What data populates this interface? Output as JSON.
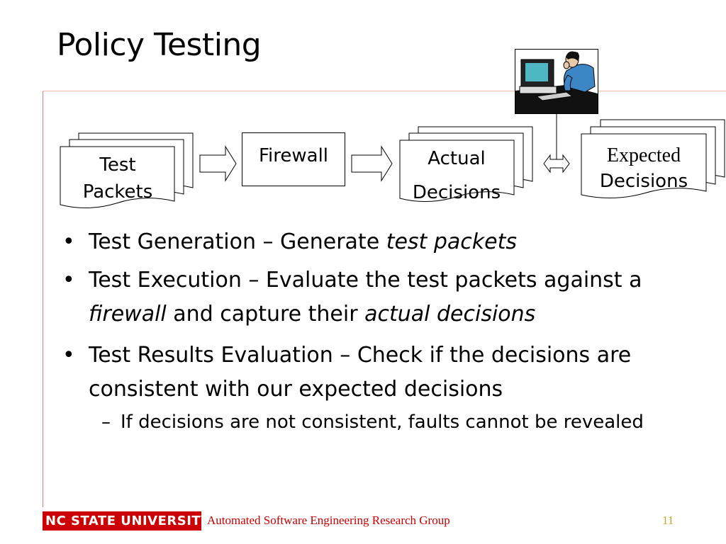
{
  "slide": {
    "title": "Policy Testing",
    "page_number": "11"
  },
  "diagram": {
    "test_packets": [
      "Test",
      "Packets"
    ],
    "firewall": "Firewall",
    "actual_decisions": [
      "Actual",
      "Decisions"
    ],
    "expected_decisions": [
      "Expected",
      "Decisions"
    ]
  },
  "bullets": {
    "b1_plain": "Test Generation – Generate ",
    "b1_em": "test packets",
    "b2_plain1": "Test Execution – Evaluate the test packets against a ",
    "b2_em1": "firewall",
    "b2_plain2": " and capture their ",
    "b2_em2": "actual decisions",
    "b3_plain": "Test Results Evaluation – Check if the decisions are consistent with our expected decisions",
    "sub1": "If decisions are not consistent, faults cannot be revealed"
  },
  "footer": {
    "logo_text": "NC STATE UNIVERSITY",
    "group": "Automated Software Engineering Research Group"
  },
  "colors": {
    "accent_red": "#cc0000",
    "rule_line": "#d9826a",
    "page_number": "#c9a227"
  }
}
